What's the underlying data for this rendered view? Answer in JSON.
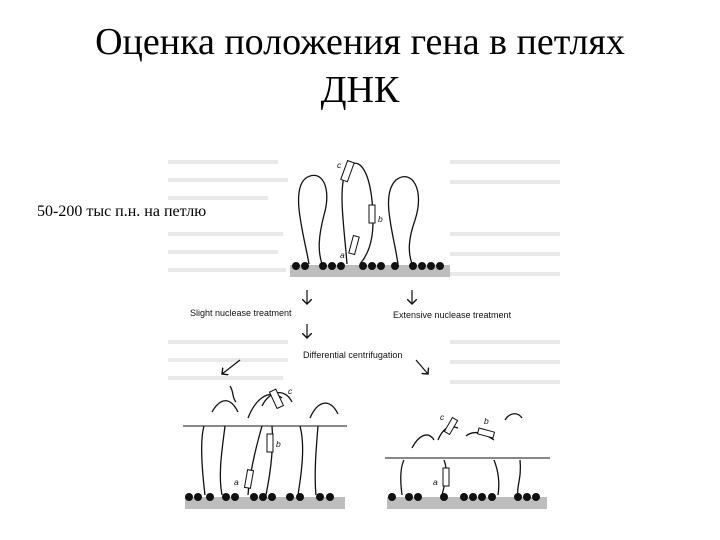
{
  "slide": {
    "title_line1": "Оценка положения гена в петлях",
    "title_line2": "ДНК",
    "side_text": "50-200 тыс п.н. на петлю"
  },
  "diagram": {
    "step1_left": "Slight nuclease treatment",
    "step1_right": "Extensive nuclease treatment",
    "step2": "Differential centrifugation",
    "gene_a": "a",
    "gene_b": "b",
    "gene_c": "c"
  },
  "colors": {
    "ink": "#111111",
    "matrix": "#bdbdbd"
  }
}
